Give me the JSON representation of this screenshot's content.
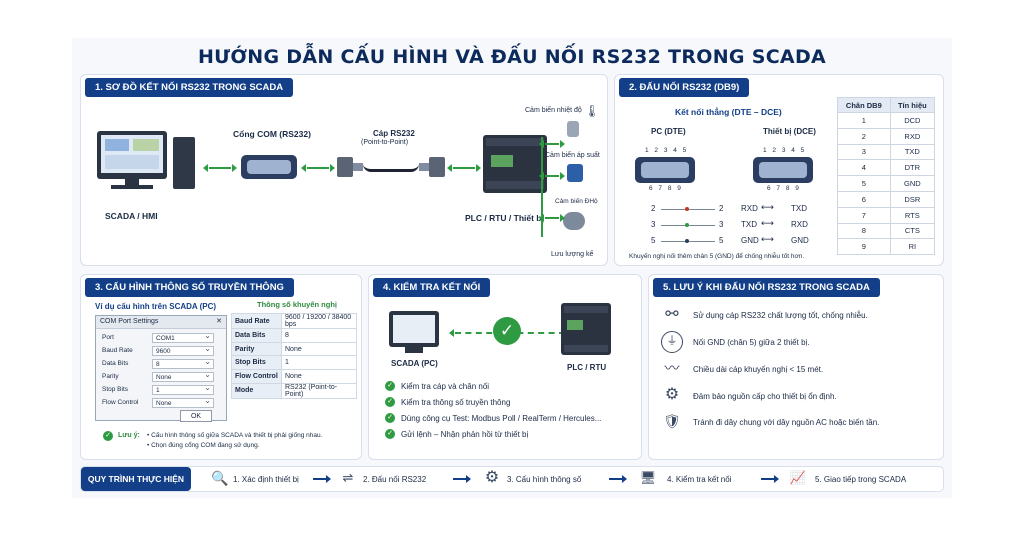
{
  "title": "HƯỚNG DẪN CẤU HÌNH VÀ ĐẤU NỐI RS232 TRONG SCADA",
  "sec1": {
    "title": "1. SƠ ĐỒ KẾT NỐI RS232 TRONG SCADA",
    "com_port": "Cổng COM (RS232)",
    "cable": "Cáp RS232",
    "cable_sub": "(Point-to-Point)",
    "scada_label": "SCADA / HMI",
    "plc_label": "PLC / RTU / Thiết bị",
    "sensors": [
      "Cảm biến nhiệt độ",
      "Cảm biến áp suất",
      "Cảm biến ĐHộ",
      "Lưu lượng kế"
    ]
  },
  "sec2": {
    "title": "2. ĐẤU NỐI RS232 (DB9)",
    "subtitle": "Kết nối thẳng (DTE – DCE)",
    "pc_label": "PC (DTE)",
    "dev_label": "Thiết bị (DCE)",
    "pins_top": "1 2 3 4 5",
    "pins_bottom": "6 7 8 9",
    "wiring": [
      {
        "a": "2",
        "b": "2",
        "left": "RXD",
        "right": "TXD"
      },
      {
        "a": "3",
        "b": "3",
        "left": "TXD",
        "right": "RXD"
      },
      {
        "a": "5",
        "b": "5",
        "left": "GND",
        "right": "GND"
      }
    ],
    "note": "Khuyến nghị nối thêm chân 5 (GND) để chống nhiễu tốt hơn.",
    "table_headers": [
      "Chân DB9",
      "Tín hiệu"
    ],
    "table_rows": [
      [
        "1",
        "DCD"
      ],
      [
        "2",
        "RXD"
      ],
      [
        "3",
        "TXD"
      ],
      [
        "4",
        "DTR"
      ],
      [
        "5",
        "GND"
      ],
      [
        "6",
        "DSR"
      ],
      [
        "7",
        "RTS"
      ],
      [
        "8",
        "CTS"
      ],
      [
        "9",
        "RI"
      ]
    ]
  },
  "sec3": {
    "title": "3. CẤU HÌNH THÔNG SỐ TRUYỀN THÔNG",
    "example_label": "Ví dụ cấu hình trên SCADA (PC)",
    "recommend_label": "Thông số khuyến nghị",
    "dialog_title": "COM Port Settings",
    "dialog_close": "✕",
    "dialog_fields": [
      {
        "label": "Port",
        "value": "COM1"
      },
      {
        "label": "Baud Rate",
        "value": "9600"
      },
      {
        "label": "Data Bits",
        "value": "8"
      },
      {
        "label": "Parity",
        "value": "None"
      },
      {
        "label": "Stop Bits",
        "value": "1"
      },
      {
        "label": "Flow Control",
        "value": "None"
      }
    ],
    "ok_label": "OK",
    "recommend_rows": [
      [
        "Baud Rate",
        "9600 / 19200 / 38400 bps"
      ],
      [
        "Data Bits",
        "8"
      ],
      [
        "Parity",
        "None"
      ],
      [
        "Stop Bits",
        "1"
      ],
      [
        "Flow Control",
        "None"
      ],
      [
        "Mode",
        "RS232 (Point-to-Point)"
      ]
    ],
    "note_label": "Lưu ý:",
    "notes": [
      "• Cấu hình thông số giữa SCADA và thiết bị phải giống nhau.",
      "• Chọn đúng cổng COM đang sử dụng."
    ]
  },
  "sec4": {
    "title": "4. KIỂM TRA KẾT NỐI",
    "scada_label": "SCADA (PC)",
    "plc_label": "PLC / RTU",
    "checks": [
      "Kiểm tra cáp và chân nối",
      "Kiểm tra thông số truyền thông",
      "Dùng công cụ Test:  Modbus Poll / RealTerm / Hercules...",
      "Gửi lệnh – Nhận phản hồi từ thiết bị"
    ]
  },
  "sec5": {
    "title": "5. LƯU Ý KHI ĐẤU NỐI RS232 TRONG SCADA",
    "items": [
      {
        "icon": "cable-icon",
        "text": "Sử dụng cáp RS232 chất lượng tốt, chống nhiễu."
      },
      {
        "icon": "ground-icon",
        "text": "Nối GND (chân 5) giữa 2 thiết bị."
      },
      {
        "icon": "waveform-icon",
        "text": "Chiều dài cáp khuyến nghị < 15 mét."
      },
      {
        "icon": "gear-icon",
        "text": "Đảm bảo nguồn cấp cho thiết bị ổn định."
      },
      {
        "icon": "shield-icon",
        "text": "Tránh đi dây chung với dây nguồn AC hoặc biến tần."
      }
    ]
  },
  "flow": {
    "tag": "QUY TRÌNH THỰC HIỆN",
    "steps": [
      "1. Xác định thiết bị",
      "2. Đấu nối RS232",
      "3. Cấu hình thông số",
      "4. Kiểm tra kết nối",
      "5. Giao tiếp trong SCADA"
    ]
  }
}
